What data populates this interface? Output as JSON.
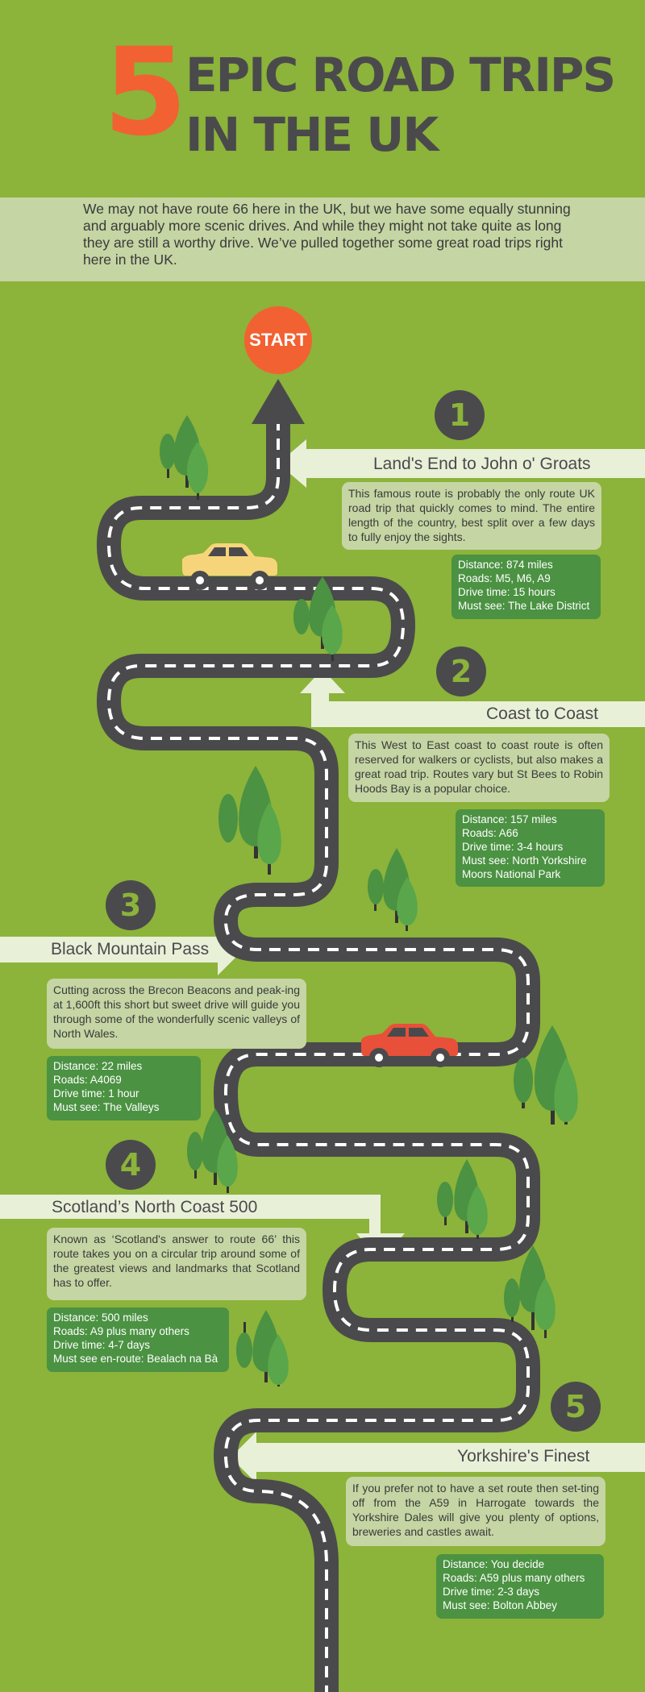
{
  "header": {
    "number": "5",
    "title_line1": "EPIC ROAD TRIPS",
    "title_line2": "IN THE UK"
  },
  "intro": "We may not have route 66 here in the UK, but we have some equally stunning and arguably more scenic drives. And while they might not take quite as long they are still a worthy drive. We’ve pulled together some great road trips right here in the UK.",
  "start_label": "START",
  "colors": {
    "background": "#8cb33a",
    "accent": "#f26131",
    "road": "#4a4a4c",
    "band": "#c5d5a3",
    "stat_box": "#4b9242",
    "banner": "#e9f0d8"
  },
  "routes": [
    {
      "number": "1",
      "title": "Land's End to John o' Groats",
      "description": "This famous route is probably the only route UK road trip that quickly comes to mind. The entire length of the country, best split over a few days to fully enjoy the sights.",
      "stats": [
        "Distance: 874 miles",
        "Roads: M5, M6, A9",
        "Drive time: 15 hours",
        "Must see: The Lake District"
      ]
    },
    {
      "number": "2",
      "title": "Coast to Coast",
      "description": "This West to East coast to coast route is often reserved for walkers or cyclists, but also makes a great road trip. Routes vary but St Bees to Robin Hoods Bay is a popular choice.",
      "stats": [
        "Distance: 157 miles",
        "Roads: A66",
        "Drive time: 3-4 hours",
        "Must see:  North Yorkshire",
        "Moors National Park"
      ]
    },
    {
      "number": "3",
      "title": "Black Mountain Pass",
      "description": "Cutting across the Brecon Beacons and peak-ing at 1,600ft this short but sweet drive will guide you through some of the wonderfully scenic valleys of North Wales.",
      "stats": [
        "Distance: 22 miles",
        "Roads: A4069",
        "Drive time: 1 hour",
        "Must see: The Valleys"
      ]
    },
    {
      "number": "4",
      "title": "Scotland’s North Coast 500",
      "description": "Known as ‘Scotland's answer to route 66’ this route takes you on a circular trip around some of the greatest views and landmarks that Scotland has to offer.",
      "stats": [
        "Distance: 500 miles",
        "Roads: A9 plus many others",
        "Drive time: 4-7 days",
        "Must see en-route: Bealach na Bà"
      ]
    },
    {
      "number": "5",
      "title": "Yorkshire's Finest",
      "description": "If you prefer not to have a set route then set-ting off from the A59 in Harrogate towards the Yorkshire Dales will give you plenty of options, breweries and castles await.",
      "stats": [
        "Distance: You decide",
        "Roads: A59 plus many others",
        "Drive time: 2-3 days",
        "Must see: Bolton Abbey"
      ]
    }
  ],
  "decor": {
    "tree": "tree-icon",
    "car_yellow": "yellow-car-icon",
    "car_red": "red-car-icon",
    "arrow": "direction-arrow-icon"
  }
}
